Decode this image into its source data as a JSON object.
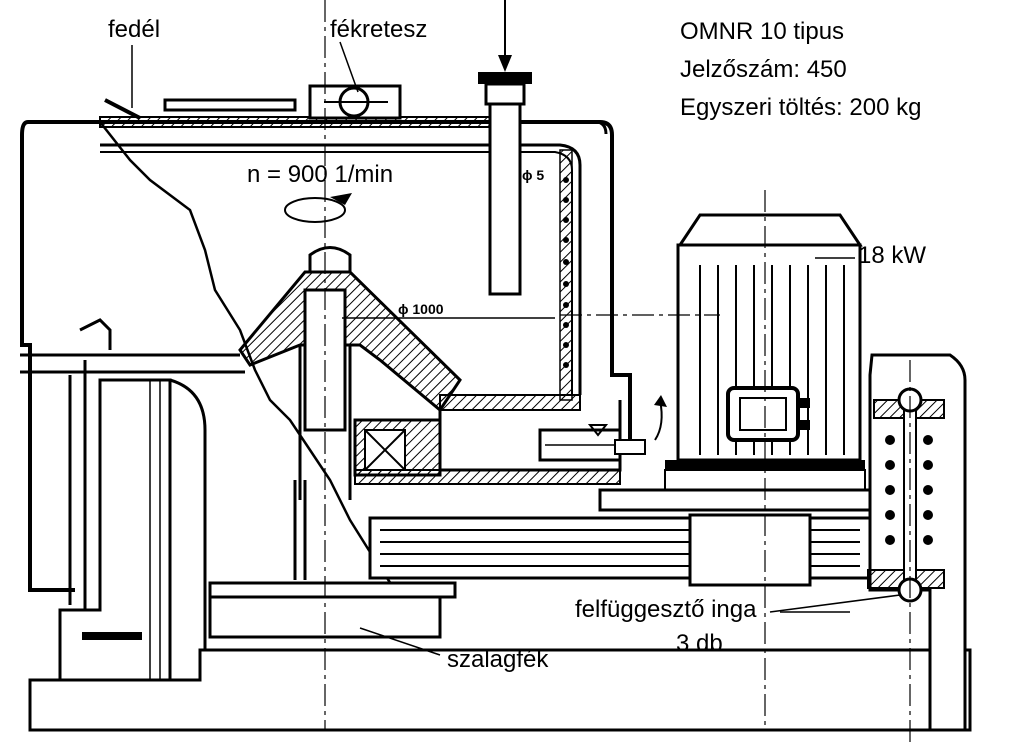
{
  "title_block": {
    "type_line": "OMNR  10 tipus",
    "mark_line": "Jelzőszám: 450",
    "load_line": "Egyszeri töltés: 200 kg"
  },
  "labels": {
    "lid": "fedél",
    "brake_lock": "fékretesz",
    "speed": "n = 900  1/min",
    "diameter_small": "ϕ 5",
    "diameter_drum": "ϕ 1000",
    "motor_power": "18 kW",
    "pendulum": "felfüggesztő inga",
    "pendulum_count": "3 db",
    "band_brake": "szalagfék"
  }
}
